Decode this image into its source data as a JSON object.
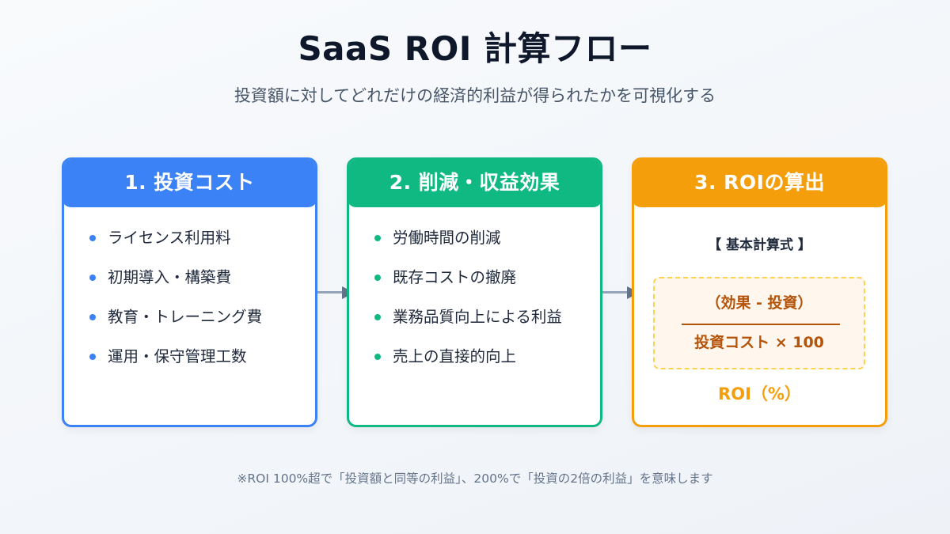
{
  "header": {
    "title": "SaaS ROI 計算フロー",
    "subtitle": "投資額に対してどれだけの経済的利益が得られたかを可視化する"
  },
  "colors": {
    "step1": "#3b82f6",
    "step2": "#10b981",
    "step3": "#f59e0b",
    "formula_text": "#b45309",
    "title_text": "#0f172a",
    "arrow": "#64748b"
  },
  "steps": [
    {
      "title": "1. 投資コスト",
      "items": [
        "ライセンス利用料",
        "初期導入・構築費",
        "教育・トレーニング費",
        "運用・保守管理工数"
      ]
    },
    {
      "title": "2. 削減・収益効果",
      "items": [
        "労働時間の削減",
        "既存コストの撤廃",
        "業務品質向上による利益",
        "売上の直接的向上"
      ]
    },
    {
      "title": "3. ROIの算出",
      "formula": {
        "label": "【 基本計算式 】",
        "numerator": "（効果 - 投資）",
        "denominator": "投資コスト × 100",
        "result": "ROI（%）"
      }
    }
  ],
  "arrows": [
    {
      "icon": "arrow-right-icon",
      "from": "1. 投資コスト",
      "to": "2. 削減・収益効果"
    },
    {
      "icon": "arrow-right-icon",
      "from": "2. 削減・収益効果",
      "to": "3. ROIの算出"
    }
  ],
  "footnote": "※ROI 100%超で「投資額と同等の利益」、200%で「投資の2倍の利益」を意味します"
}
